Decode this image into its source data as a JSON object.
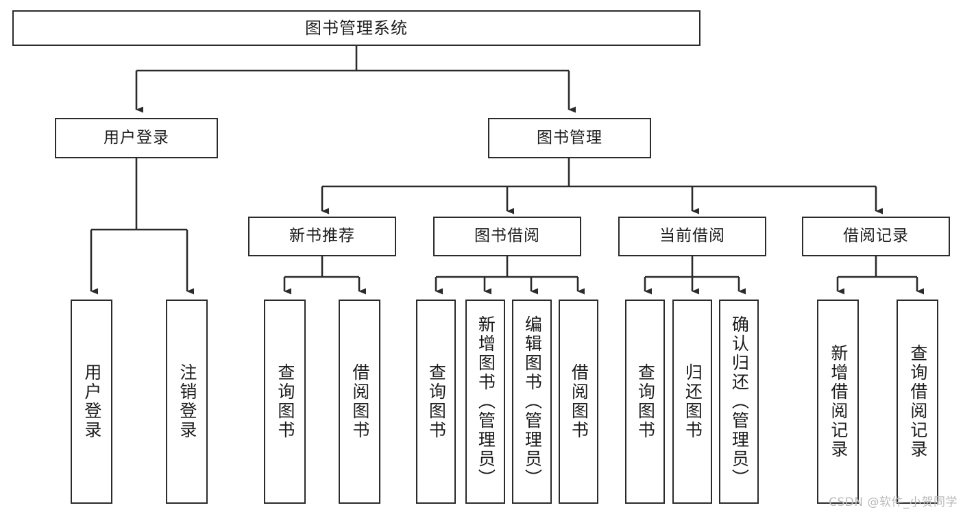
{
  "diagram": {
    "type": "tree",
    "title": "图书管理系统",
    "watermark": "CSDN @软件_小贺同学",
    "colors": {
      "box_border": "#2b2b2b",
      "box_fill": "#ffffff",
      "connector": "#2b2b2b",
      "text": "#1c1c1c",
      "watermark": "#b9b9b9"
    },
    "nodes": {
      "root": {
        "label": "图书管理系统",
        "orientation": "horizontal",
        "level": 0
      },
      "l1": [
        {
          "label": "用户登录",
          "orientation": "horizontal",
          "level": 1
        },
        {
          "label": "图书管理",
          "orientation": "horizontal",
          "level": 1
        }
      ],
      "l2": [
        {
          "label": "新书推荐",
          "orientation": "horizontal",
          "level": 2
        },
        {
          "label": "图书借阅",
          "orientation": "horizontal",
          "level": 2
        },
        {
          "label": "当前借阅",
          "orientation": "horizontal",
          "level": 2
        },
        {
          "label": "借阅记录",
          "orientation": "horizontal",
          "level": 2
        }
      ],
      "leaves_user_login": [
        {
          "label": "用户登录",
          "orientation": "vertical",
          "level": 2
        },
        {
          "label": "注销登录",
          "orientation": "vertical",
          "level": 2
        }
      ],
      "leaves_new_book": [
        {
          "label": "查询图书",
          "orientation": "vertical",
          "level": 3
        },
        {
          "label": "借阅图书",
          "orientation": "vertical",
          "level": 3
        }
      ],
      "leaves_borrow": [
        {
          "label": "查询图书",
          "orientation": "vertical",
          "level": 3
        },
        {
          "label": "新增图书（管理员）",
          "orientation": "vertical",
          "level": 3
        },
        {
          "label": "编辑图书（管理员）",
          "orientation": "vertical",
          "level": 3
        },
        {
          "label": "借阅图书",
          "orientation": "vertical",
          "level": 3
        }
      ],
      "leaves_current": [
        {
          "label": "查询图书",
          "orientation": "vertical",
          "level": 3
        },
        {
          "label": "归还图书",
          "orientation": "vertical",
          "level": 3
        },
        {
          "label": "确认归还（管理员）",
          "orientation": "vertical",
          "level": 3
        }
      ],
      "leaves_records": [
        {
          "label": "新增借阅记录",
          "orientation": "vertical",
          "level": 3
        },
        {
          "label": "查询借阅记录",
          "orientation": "vertical",
          "level": 3
        }
      ]
    },
    "edges": [
      {
        "from": "图书管理系统",
        "to": "用户登录"
      },
      {
        "from": "图书管理系统",
        "to": "图书管理"
      },
      {
        "from": "用户登录",
        "to": "用户登录"
      },
      {
        "from": "用户登录",
        "to": "注销登录"
      },
      {
        "from": "图书管理",
        "to": "新书推荐"
      },
      {
        "from": "图书管理",
        "to": "图书借阅"
      },
      {
        "from": "图书管理",
        "to": "当前借阅"
      },
      {
        "from": "图书管理",
        "to": "借阅记录"
      },
      {
        "from": "新书推荐",
        "to": "查询图书"
      },
      {
        "from": "新书推荐",
        "to": "借阅图书"
      },
      {
        "from": "图书借阅",
        "to": "查询图书"
      },
      {
        "from": "图书借阅",
        "to": "新增图书（管理员）"
      },
      {
        "from": "图书借阅",
        "to": "编辑图书（管理员）"
      },
      {
        "from": "图书借阅",
        "to": "借阅图书"
      },
      {
        "from": "当前借阅",
        "to": "查询图书"
      },
      {
        "from": "当前借阅",
        "to": "归还图书"
      },
      {
        "from": "当前借阅",
        "to": "确认归还（管理员）"
      },
      {
        "from": "借阅记录",
        "to": "新增借阅记录"
      },
      {
        "from": "借阅记录",
        "to": "查询借阅记录"
      }
    ]
  }
}
